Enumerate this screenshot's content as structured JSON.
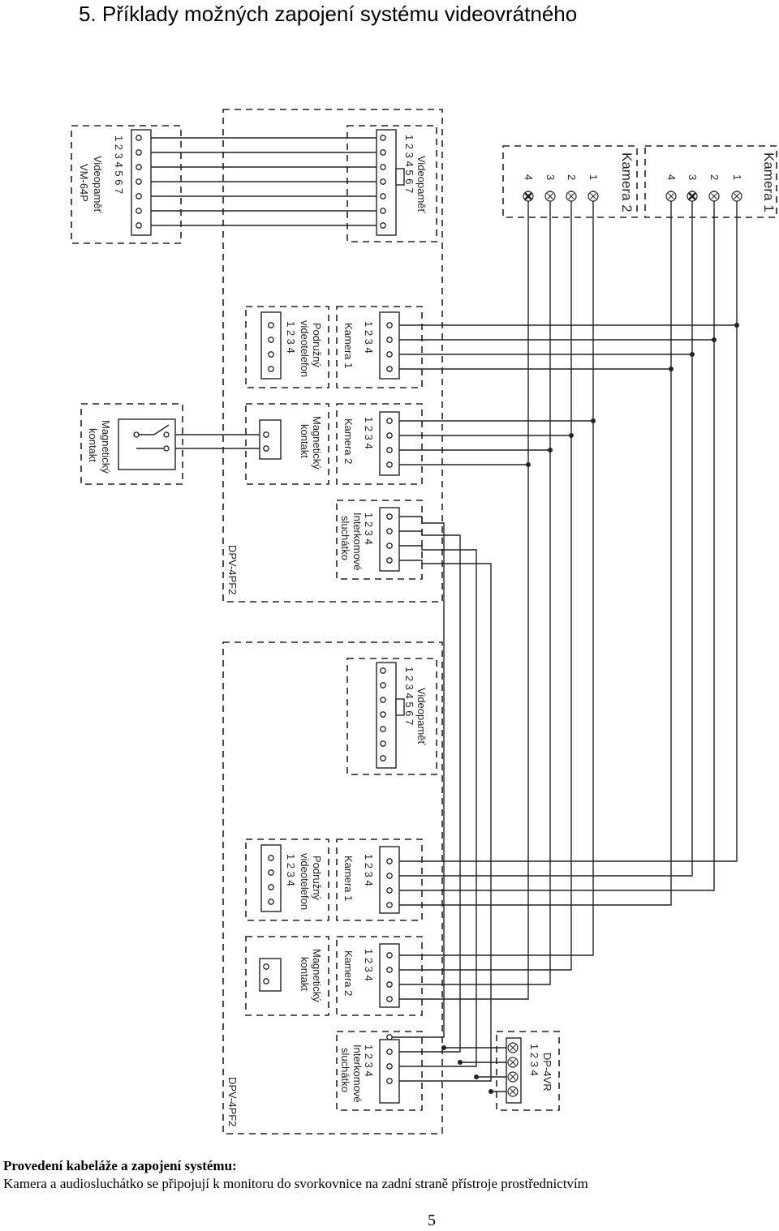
{
  "title": "5.  Příklady možných zapojení systému videovrátného",
  "diagram": {
    "labels": {
      "vm_video": "Videopaměť",
      "vm_model": "VM-64P",
      "vm_nums": "1 2 3 4 5 6 7",
      "videopamet": "Videopaměť",
      "videopamet_nums": "1 2 3 4 5 6 7",
      "podruzny_1": "Podružný",
      "podruzny_2": "videotelefon",
      "podruzny_nums": "1  2  3  4",
      "kamera1": "Kamera 1",
      "kamera2": "Kamera 2",
      "nums4": "1  2  3  4",
      "magnet_1": "Magnetický",
      "magnet_2": "kontakt",
      "interkom_1": "Interkomové",
      "interkom_2": "sluchátko",
      "dpv": "DPV-4PF2",
      "ext_cam1": "Kamera 1",
      "ext_cam2": "Kamera 2",
      "n1": "1",
      "n2": "2",
      "n3": "3",
      "n4": "4",
      "dp4vr": "DP-4VR",
      "dp4vr_nums": "1  2  3  4"
    }
  },
  "caption": {
    "heading": "Provedení kabeláže a zapojení systému:",
    "body": "Kamera a audiosluchátko se připojují k monitoru do svorkovnice  na zadní straně přístroje prostřednictvím"
  },
  "page_number": "5"
}
